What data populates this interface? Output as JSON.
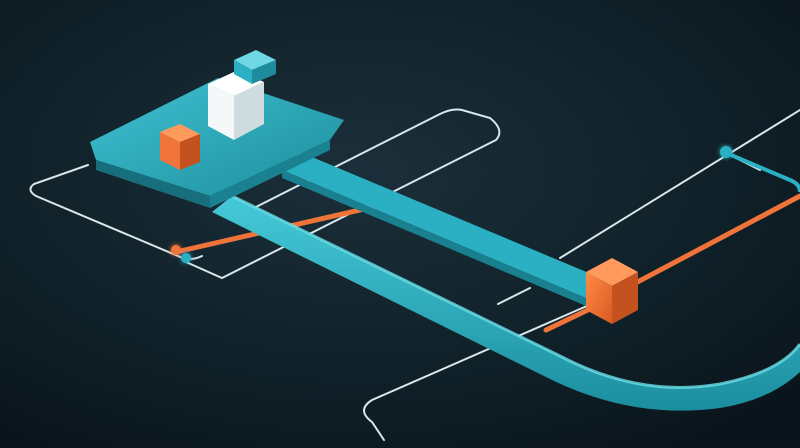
{
  "scene": {
    "colors": {
      "background_center": "#1b2f3a",
      "background_edge": "#0a141a",
      "teal": "#2ab0c2",
      "teal_dark": "#1a7f8f",
      "teal_light": "#5fd3df",
      "orange": "#f0743a",
      "orange_dark": "#c4521f",
      "wire": "#d8e7ea",
      "white_block": "#f4f8f9"
    },
    "icons": [
      "platform",
      "white-cube",
      "orange-cube",
      "connector-node"
    ]
  }
}
